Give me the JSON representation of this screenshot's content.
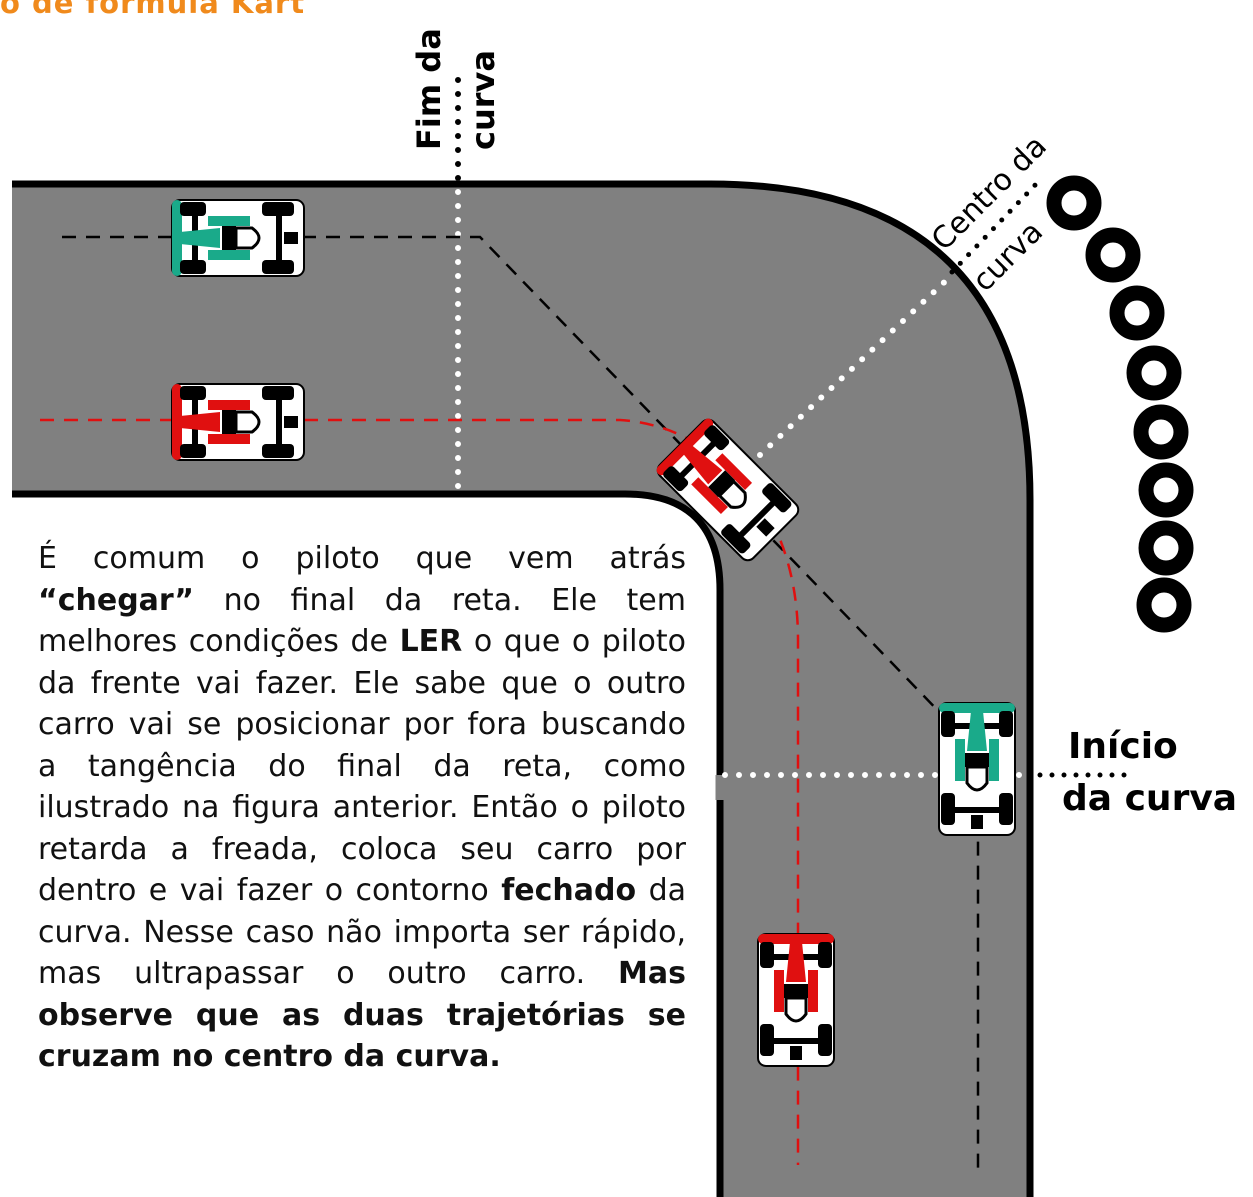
{
  "header": {
    "text": "o de formula Kart"
  },
  "labels": {
    "end_curve": [
      "Fim da",
      "curva"
    ],
    "center_curve": [
      "Centro da",
      "curva"
    ],
    "start_curve": [
      "Início",
      "da curva"
    ]
  },
  "paragraph": {
    "s1": "É comum o piloto que vem atrás ",
    "s2": "“chegar”",
    "s3": " no final da reta. Ele tem melhores condições de ",
    "s4": "LER",
    "s5": " o que o piloto da frente vai fazer. Ele sabe que o outro carro vai se posicionar por fora buscando a tangência do final da reta, como ilustrado na figura anterior. Então o piloto retarda a freada, coloca seu carro por dentro e vai fazer o contorno ",
    "s6": "fechado",
    "s7": " da curva. Nesse caso não importa ser rápido, mas ultrapassar o outro carro. ",
    "s8": "Mas observe que as duas trajetórias se cruzam no centro da curva."
  },
  "colors": {
    "track": "#808080",
    "red_kart": "#e01010",
    "green_kart": "#1aaa8a",
    "header": "#f08a1c"
  },
  "icons": [
    "kart-icon",
    "tire-barrier-icon"
  ]
}
